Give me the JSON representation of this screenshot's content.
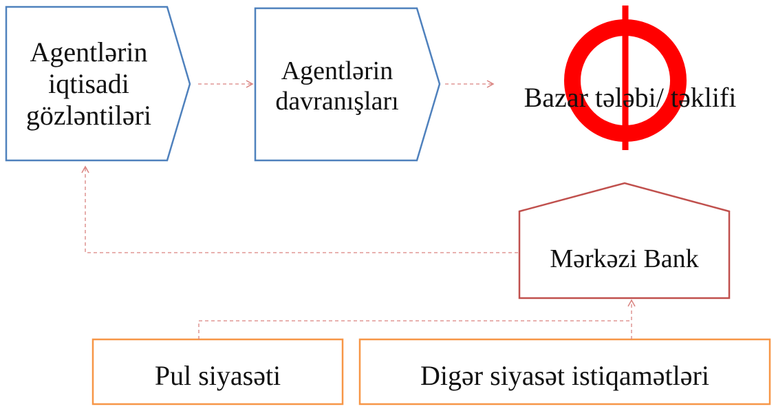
{
  "diagram": {
    "boxes": {
      "expectations": {
        "lines": [
          "Agentlərin",
          "iqtisadi",
          "gözləntiləri"
        ]
      },
      "behaviour": {
        "lines": [
          "Agentlərin",
          "davranışları"
        ]
      },
      "target": {
        "label": "Bazar tələbi/ təklifi"
      },
      "central_bank": {
        "label": "Mərkəzi Bank"
      },
      "monetary_policy": {
        "label": "Pul siyasəti"
      },
      "other_policy": {
        "label": "Digər siyasət istiqamətləri"
      }
    },
    "colors": {
      "blue_border": "#4f81bd",
      "red_border": "#c0504d",
      "orange_border": "#f79646",
      "arrow": "#d9827f",
      "target_red": "#ff0000"
    }
  }
}
